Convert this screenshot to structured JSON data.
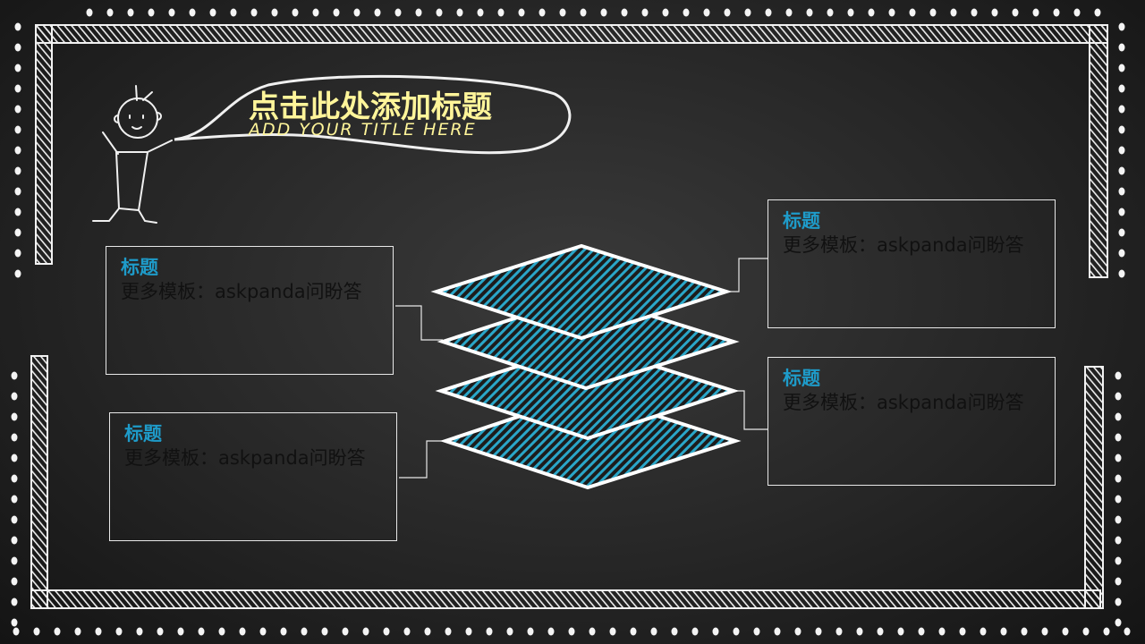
{
  "slide": {
    "title_cn": "点击此处添加标题",
    "title_en": "ADD YOUR TITLE HERE"
  },
  "boxes": [
    {
      "heading": "标题",
      "text": "更多模板：askpanda问盼答"
    },
    {
      "heading": "标题",
      "text": "更多模板：askpanda问盼答"
    },
    {
      "heading": "标题",
      "text": "更多模板：askpanda问盼答"
    },
    {
      "heading": "标题",
      "text": "更多模板：askpanda问盼答"
    }
  ],
  "colors": {
    "accent": "#1e9bc9",
    "title": "#fff59a",
    "layer_fill": "#1a6f88"
  }
}
